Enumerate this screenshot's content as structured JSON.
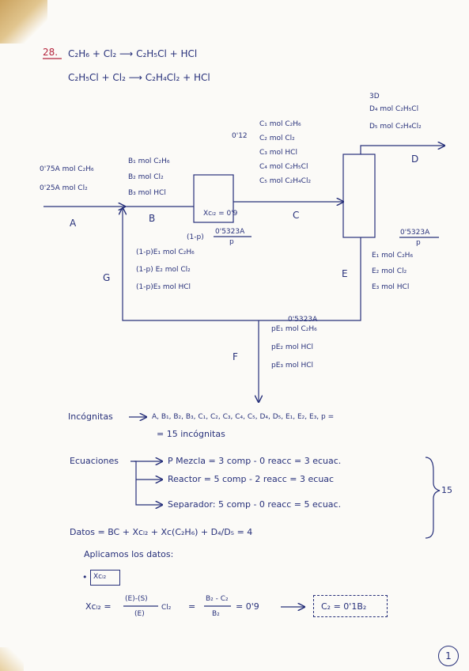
{
  "problem": {
    "number": "28.",
    "reaction1": "C₂H₆ + Cl₂ ⟶ C₂H₅Cl + HCl",
    "reaction2": "C₂H₅Cl + Cl₂ ⟶ C₂H₄Cl₂ + HCl"
  },
  "diagram": {
    "feed": [
      "0'75A mol C₂H₆",
      "0'25A mol Cl₂"
    ],
    "stream_a": "A",
    "b_components": [
      "B₁ mol C₂H₆",
      "B₂ mol Cl₂",
      "B₃ mol HCl"
    ],
    "stream_b": "B",
    "reactor_label": "Xᴄₗ₂ = 0'9",
    "c_ratio": "0'12",
    "c_components": [
      "C₁ mol C₂H₆",
      "C₂ mol Cl₂",
      "C₃ mol HCl",
      "C₄ mol C₂H₅Cl",
      "C₅ mol C₂H₄Cl₂"
    ],
    "stream_c": "C",
    "d_ratio": "3D",
    "d_components": [
      "D₄ mol C₂H₅Cl",
      "D₅ mol C₂H₄Cl₂"
    ],
    "stream_d": "D",
    "recycle_fraction_top": "(1-p)",
    "recycle_fraction_num": "0'5323A",
    "recycle_fraction_den": "p",
    "g_components": [
      "(1-p)E₁ mol C₂H₆",
      "(1-p) E₂ mol Cl₂",
      "(1-p)E₃ mol HCl"
    ],
    "stream_g": "G",
    "e_fraction_num": "0'5323A",
    "e_fraction_den": "p",
    "e_components": [
      "E₁ mol C₂H₆",
      "E₂ mol Cl₂",
      "E₃ mol HCl"
    ],
    "stream_e": "E",
    "f_ratio": "0'5323A",
    "f_components": [
      "pE₁ mol C₂H₆",
      "pE₂ mol HCl",
      "pE₃ mol HCl"
    ],
    "stream_f": "F"
  },
  "analysis": {
    "incognitas_label": "Incógnitas",
    "incognitas_list": "A, B₁, B₂, B₃, C₁, C₂, C₃, C₄, C₅, D₄, D₅, E₁, E₂, E₃, p =",
    "incognitas_total": "= 15 incógnitas",
    "ecuaciones_label": "Ecuaciones",
    "eq1": "P Mezcla = 3 comp - 0 reacc = 3 ecuac.",
    "eq2": "Reactor = 5 comp - 2 reacc = 3 ecuac",
    "eq3": "Separador: 5 comp - 0 reacc = 5 ecuac.",
    "eq_total": "15",
    "datos": "Datos = BC + Xᴄₗ₂ + Xᴄ(C₂H₆) + D₄/D₅ = 4",
    "aplicamos": "Aplicamos los datos:",
    "bullet_label": "Xᴄₗ₂",
    "formula_lhs": "Xᴄₗ₂ =",
    "formula_num": "(E)-(S)",
    "formula_den": "(E)",
    "formula_sub": "Cl₂",
    "formula_mid": "=",
    "formula_num2": "B₂ - C₂",
    "formula_den2": "B₂",
    "formula_val": "= 0'9",
    "result": "C₂ = 0'1B₂"
  },
  "page_number": "1"
}
